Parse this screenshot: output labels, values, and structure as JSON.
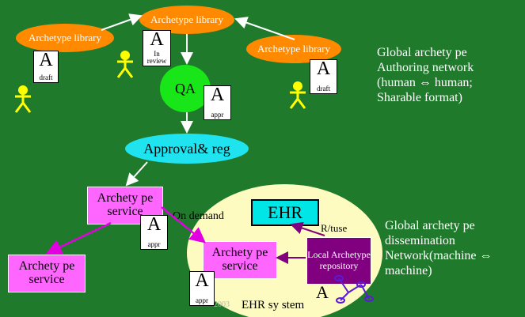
{
  "libraries": {
    "top": "Archetype library",
    "left": "Archetype library",
    "right": "Archetype library"
  },
  "cards": {
    "left": {
      "letter": "A",
      "sub": "draft"
    },
    "center": {
      "letter": "A",
      "sub": "In review"
    },
    "right": {
      "letter": "A",
      "sub": "draft"
    },
    "qa": {
      "letter": "A",
      "sub": "appr"
    },
    "service": {
      "letter": "A",
      "sub": "appr"
    },
    "bottom": {
      "letter": "A",
      "sub": "appr"
    },
    "repo": {
      "letter": "A"
    }
  },
  "qa_label": "QA",
  "approval_label": "Approval& reg",
  "services": {
    "upper": "Archety pe service",
    "left": "Archety pe service",
    "ehr": "Archety pe service"
  },
  "on_demand": "On demand",
  "ehr_label": "EHR",
  "rtuse": "R/tuse",
  "repo_label": "Local Archetype repository",
  "ehr_system": "EHR sy stem",
  "faint_text": "2003",
  "global_authoring": "Global archety pe Authoring network (human ⇔ human; Sharable format)",
  "global_dissemination": "Global archety pe dissemination Network(machine ⇔ machine)",
  "colors": {
    "background": "#1f7a2b",
    "library": "#ff8a00",
    "qa": "#19e619",
    "approval": "#1fe3ee",
    "ehr_system": "#fdfbc0",
    "service": "#ff66ff",
    "ehr_box": "#00e5e5",
    "repository": "#800080",
    "person": "#ffff00",
    "arrow_white": "#ffffff",
    "arrow_magenta": "#e000e0"
  }
}
